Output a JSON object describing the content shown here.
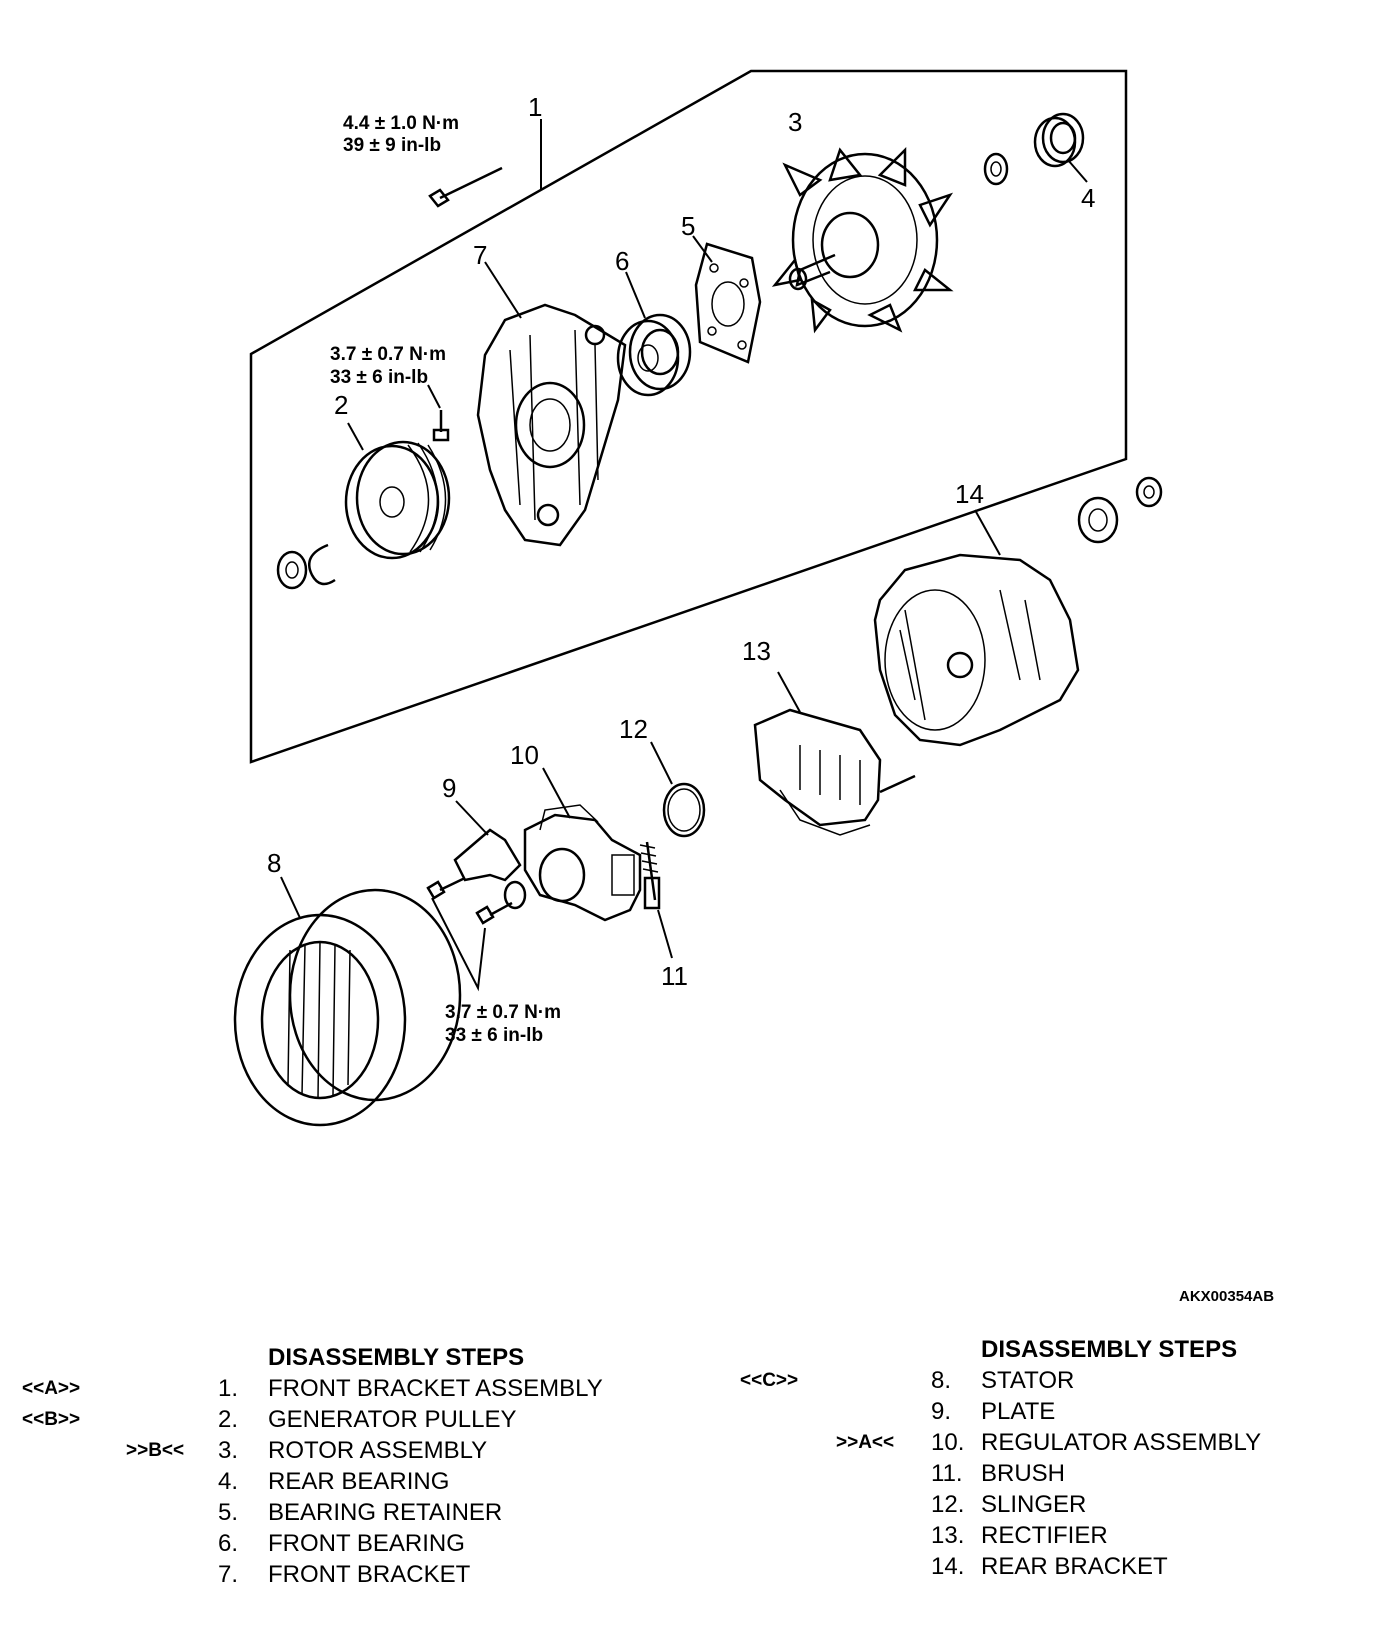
{
  "figure_code": "AKX00354AB",
  "callouts": {
    "c1": "1",
    "c2": "2",
    "c3": "3",
    "c4": "4",
    "c5": "5",
    "c6": "6",
    "c7": "7",
    "c8": "8",
    "c9": "9",
    "c10": "10",
    "c11": "11",
    "c12": "12",
    "c13": "13",
    "c14": "14"
  },
  "torque_specs": {
    "front_bolt": {
      "nm": "4.4 ± 1.0  N·m",
      "inlb": "39 ± 9 in-lb"
    },
    "pulley_bolt": {
      "nm": "3.7 ± 0.7 N·m",
      "inlb": "33 ± 6 in-lb"
    },
    "regulator_bolts": {
      "nm": "3.7 ± 0.7 N·m",
      "inlb": "33 ± 6 in-lb"
    }
  },
  "steps_left": {
    "title": "DISASSEMBLY STEPS",
    "items": [
      {
        "mark": "<<A>>",
        "num": "1.",
        "name": "FRONT BRACKET ASSEMBLY"
      },
      {
        "mark": "<<B>>",
        "num": "2.",
        "name": "GENERATOR PULLEY"
      },
      {
        "mark": ">>B<<",
        "num": "3.",
        "name": "ROTOR ASSEMBLY"
      },
      {
        "mark": "",
        "num": "4.",
        "name": "REAR BEARING"
      },
      {
        "mark": "",
        "num": "5.",
        "name": "BEARING RETAINER"
      },
      {
        "mark": "",
        "num": "6.",
        "name": "FRONT BEARING"
      },
      {
        "mark": "",
        "num": "7.",
        "name": "FRONT BRACKET"
      }
    ]
  },
  "steps_right": {
    "title": "DISASSEMBLY STEPS",
    "items": [
      {
        "mark": "<<C>>",
        "num": "8.",
        "name": "STATOR"
      },
      {
        "mark": "",
        "num": "9.",
        "name": "PLATE"
      },
      {
        "mark": ">>A<<",
        "num": "10.",
        "name": "REGULATOR ASSEMBLY"
      },
      {
        "mark": "",
        "num": "11.",
        "name": "BRUSH"
      },
      {
        "mark": "",
        "num": "12.",
        "name": "SLINGER"
      },
      {
        "mark": "",
        "num": "13.",
        "name": "RECTIFIER"
      },
      {
        "mark": "",
        "num": "14.",
        "name": "REAR BRACKET"
      }
    ]
  }
}
